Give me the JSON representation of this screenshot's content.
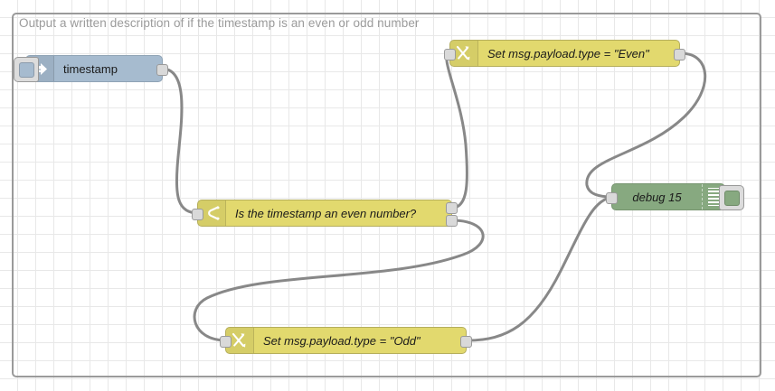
{
  "editor": {
    "name": "node-red-flow-editor",
    "grid_size": 20,
    "background": "#ffffff",
    "grid_color": "#e8e8e8"
  },
  "group": {
    "label": "Output a written description of if the timestamp is an even or odd number",
    "border_color": "#9a9a9a",
    "label_color": "#9b9b9b"
  },
  "nodes": [
    {
      "id": "inject",
      "type": "inject",
      "label": "timestamp",
      "icon": "inject-arrow-icon",
      "color": "#a6bbcf",
      "has_button": true,
      "inputs": 0,
      "outputs": 1
    },
    {
      "id": "switch",
      "type": "switch",
      "label": "Is the timestamp an even number?",
      "icon": "switch-branch-icon",
      "color": "#e2d96e",
      "inputs": 1,
      "outputs": 2
    },
    {
      "id": "change-even",
      "type": "change",
      "label": "Set msg.payload.type = \"Even\"",
      "icon": "change-swap-icon",
      "color": "#e2d96e",
      "inputs": 1,
      "outputs": 1
    },
    {
      "id": "change-odd",
      "type": "change",
      "label": "Set msg.payload.type = \"Odd\"",
      "icon": "change-swap-icon",
      "color": "#e2d96e",
      "inputs": 1,
      "outputs": 1
    },
    {
      "id": "debug",
      "type": "debug",
      "label": "debug 15",
      "icon": "debug-lines-icon",
      "color": "#87a980",
      "has_toggle": true,
      "inputs": 1,
      "outputs": 0
    }
  ],
  "wires": [
    {
      "from": "inject.out0",
      "to": "switch.in0",
      "color": "#888888"
    },
    {
      "from": "switch.out0",
      "to": "change-even.in0",
      "color": "#888888"
    },
    {
      "from": "switch.out1",
      "to": "change-odd.in0",
      "color": "#888888"
    },
    {
      "from": "change-even.out0",
      "to": "debug.in0",
      "color": "#888888"
    },
    {
      "from": "change-odd.out0",
      "to": "debug.in0",
      "color": "#888888"
    }
  ]
}
